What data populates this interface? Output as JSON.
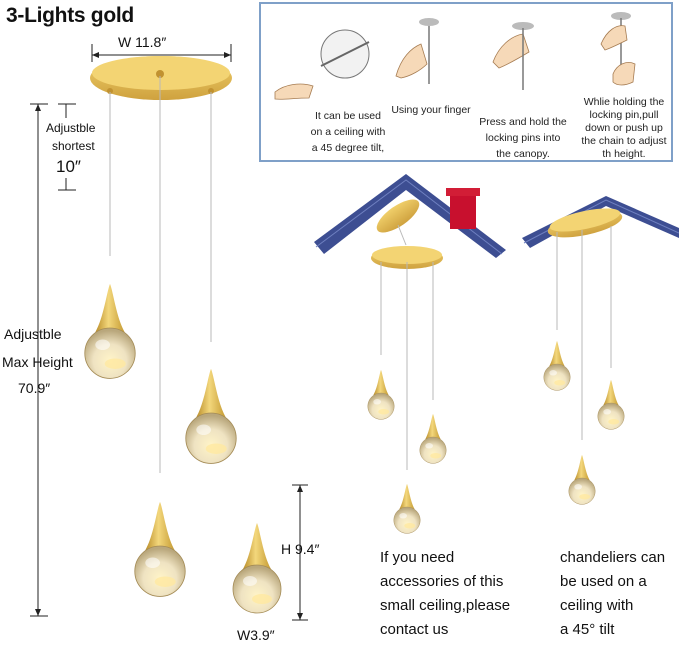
{
  "title": "3-Lights gold",
  "dimensions": {
    "canopy_width": "W  11.8″",
    "adjust_shortest_1": "Adjustble",
    "adjust_shortest_2": "shortest",
    "adjust_shortest_3": "10″",
    "max_height_1": "Adjustble",
    "max_height_2": "Max Height",
    "max_height_3": "70.9″",
    "shade_height": "H 9.4″",
    "shade_width": "W3.9″"
  },
  "install_steps": [
    {
      "lines": [
        "It can be used",
        "on a ceiling with",
        "a 45 degree tilt,"
      ]
    },
    {
      "lines": [
        "Using your finger"
      ]
    },
    {
      "lines": [
        "Press and hold the",
        "locking pins into",
        "the canopy."
      ]
    },
    {
      "lines": [
        "Whlie holding the",
        "locking pin,pull",
        "down or push up",
        "the chain to adjust",
        "th height."
      ]
    }
  ],
  "notes": {
    "accessories": [
      "If you need",
      "accessories of this",
      "small ceiling,please",
      "contact us"
    ],
    "tilt": [
      "chandeliers can",
      "be used on a",
      "ceiling with",
      "a 45°  tilt"
    ]
  },
  "colors": {
    "gold": "#e0bb4e",
    "roof": "#3d4e92",
    "chimney": "#c8102e",
    "frame": "#7fa0c8"
  }
}
